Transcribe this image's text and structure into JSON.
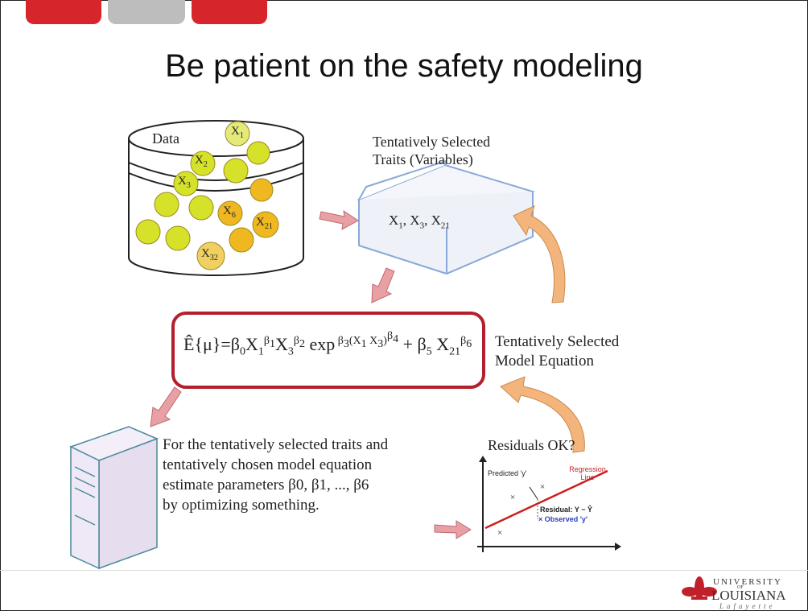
{
  "title": "Be patient on the safety modeling",
  "data_label": "Data",
  "selected_traits_label_1": "Tentatively Selected",
  "selected_traits_label_2": "Traits (Variables)",
  "model_equation_label_1": "Tentatively Selected",
  "model_equation_label_2": "Model Equation",
  "residuals_label": "Residuals OK?",
  "description_lines": [
    "For the tentatively selected traits and",
    "tentatively chosen model equation",
    "estimate parameters β0, β1, ..., β6",
    "by optimizing something."
  ],
  "regression_chart": {
    "predicted_label": "Predicted 'y'",
    "regression_label": "Regression Line",
    "residual_label": "Residual: Y − Ŷ",
    "observed_label": "× Observed 'y'"
  },
  "logo": {
    "line1": "UNIVERSITY",
    "line1b": "OF",
    "line2": "LOUISIANA",
    "line3": "Lafayette"
  },
  "colors": {
    "tab_red": "#d7262b",
    "tab_gray": "#bdbdbd",
    "equation_border": "#b3202c",
    "arrow_pink": "#e8a0a4",
    "arrow_orange": "#f4b57c"
  }
}
